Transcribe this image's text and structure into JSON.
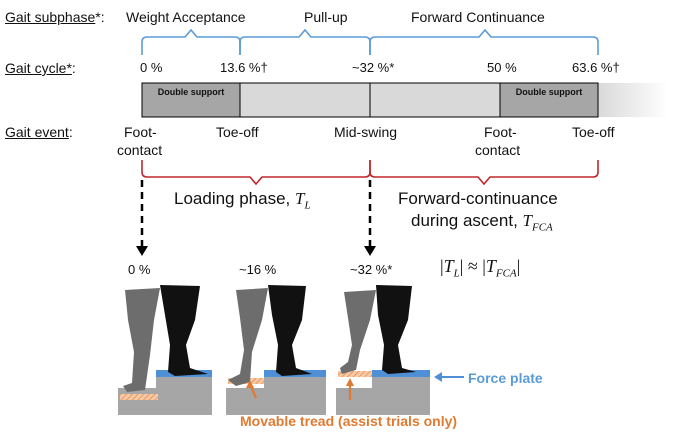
{
  "subphase": {
    "label": "Gait subphase",
    "star": "*:",
    "weight_acceptance": "Weight Acceptance",
    "pull_up": "Pull-up",
    "forward_continuance": "Forward  Continuance"
  },
  "cycle": {
    "label": "Gait cycle*",
    "colon": ":",
    "p0": "0 %",
    "p13": "13.6 %†",
    "p32": "~32 %*",
    "p50": "50 %",
    "p63": "63.6 %†"
  },
  "bar": {
    "double_support_1": "Double support",
    "double_support_2": "Double support"
  },
  "events": {
    "label": "Gait event",
    "colon": ":",
    "foot_contact_1a": "Foot-",
    "foot_contact_1b": "contact",
    "toe_off_1": "Toe-off",
    "mid_swing": "Mid-swing",
    "foot_contact_2a": "Foot-",
    "foot_contact_2b": "contact",
    "toe_off_2": "Toe-off"
  },
  "phases": {
    "loading_text": "Loading phase,",
    "loading_sym": "T",
    "loading_sub": "L",
    "forward_line1": "Forward-continuance",
    "forward_line2": "during ascent,",
    "forward_sym": "T",
    "forward_sub": "FCA",
    "equation_left": "|",
    "equation_sym1": "T",
    "equation_sub1": "L",
    "equation_mid": "| ≈ |",
    "equation_sym2": "T",
    "equation_sub2": "FCA",
    "equation_right": "|"
  },
  "snapshots": {
    "s1": "0 %",
    "s2": "~16 %",
    "s3": "~32 %*"
  },
  "legend": {
    "force_plate": "Force plate",
    "movable_tread": "Movable tread (assist trials only)"
  },
  "colors": {
    "blue_bracket": "#5b9bd5",
    "red_bracket": "#c0282d",
    "bar_gray": "#d9d9d9",
    "double_support": "#a6a6a6",
    "force_plate": "#4f8fd6",
    "tread": "#f4b183",
    "stair": "#a6a6a6",
    "leg_gray": "#6d6d6d",
    "leg_black": "#111111"
  }
}
